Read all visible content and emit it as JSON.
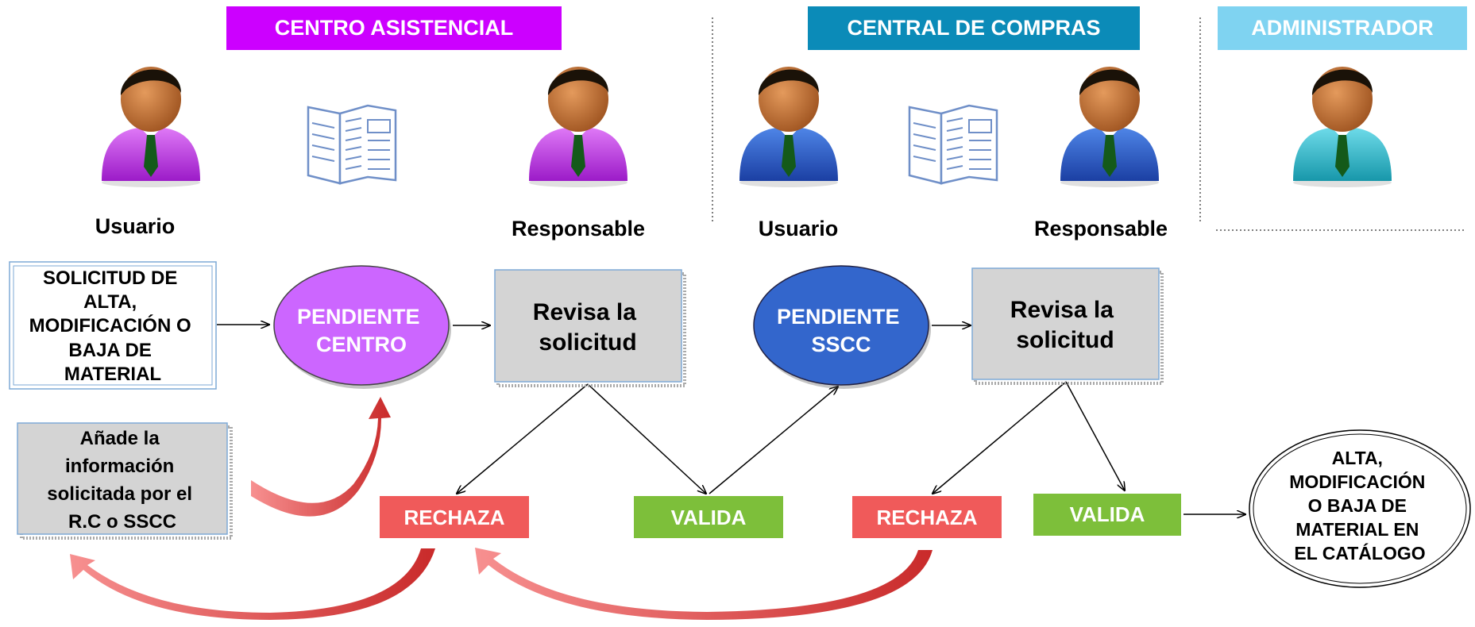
{
  "colors": {
    "centro": "#cc00ff",
    "compras": "#0b8bb8",
    "admin": "#7fd3f1",
    "pendiente_centro": "#cc66ff",
    "pendiente_sscc": "#3366cc",
    "rechaza": "#f05a5a",
    "valida": "#7dbf3a",
    "gray_box": "#d4d4d4",
    "arrow_red": "#e84c4c"
  },
  "sections": {
    "centro": "CENTRO ASISTENCIAL",
    "compras": "CENTRAL DE COMPRAS",
    "admin": "ADMINISTRADOR"
  },
  "roles": {
    "centro_usuario": "Usuario",
    "centro_responsable": "Responsable",
    "compras_usuario": "Usuario",
    "compras_responsable": "Responsable"
  },
  "icons": {
    "user_purple": "user-purple-icon",
    "user_blue": "user-blue-icon",
    "user_cyan": "user-cyan-icon",
    "document": "document-icon"
  },
  "nodes": {
    "solicitud": [
      "SOLICITUD DE",
      "ALTA,",
      "MODIFICACIÓN O",
      "BAJA DE",
      "MATERIAL"
    ],
    "pendiente_centro": [
      "PENDIENTE",
      "CENTRO"
    ],
    "revisa_centro": [
      "Revisa la",
      "solicitud"
    ],
    "pendiente_sscc": [
      "PENDIENTE",
      "SSCC"
    ],
    "revisa_sscc": [
      "Revisa la",
      "solicitud"
    ],
    "anade": [
      "Añade la",
      "información",
      "solicitada por el",
      "R.C o SSCC"
    ],
    "rechaza_1": "RECHAZA",
    "valida_1": "VALIDA",
    "rechaza_2": "RECHAZA",
    "valida_2": "VALIDA",
    "final": [
      "ALTA,",
      "MODIFICACIÓN",
      "O BAJA DE",
      "MATERIAL EN",
      "EL CATÁLOGO"
    ]
  }
}
